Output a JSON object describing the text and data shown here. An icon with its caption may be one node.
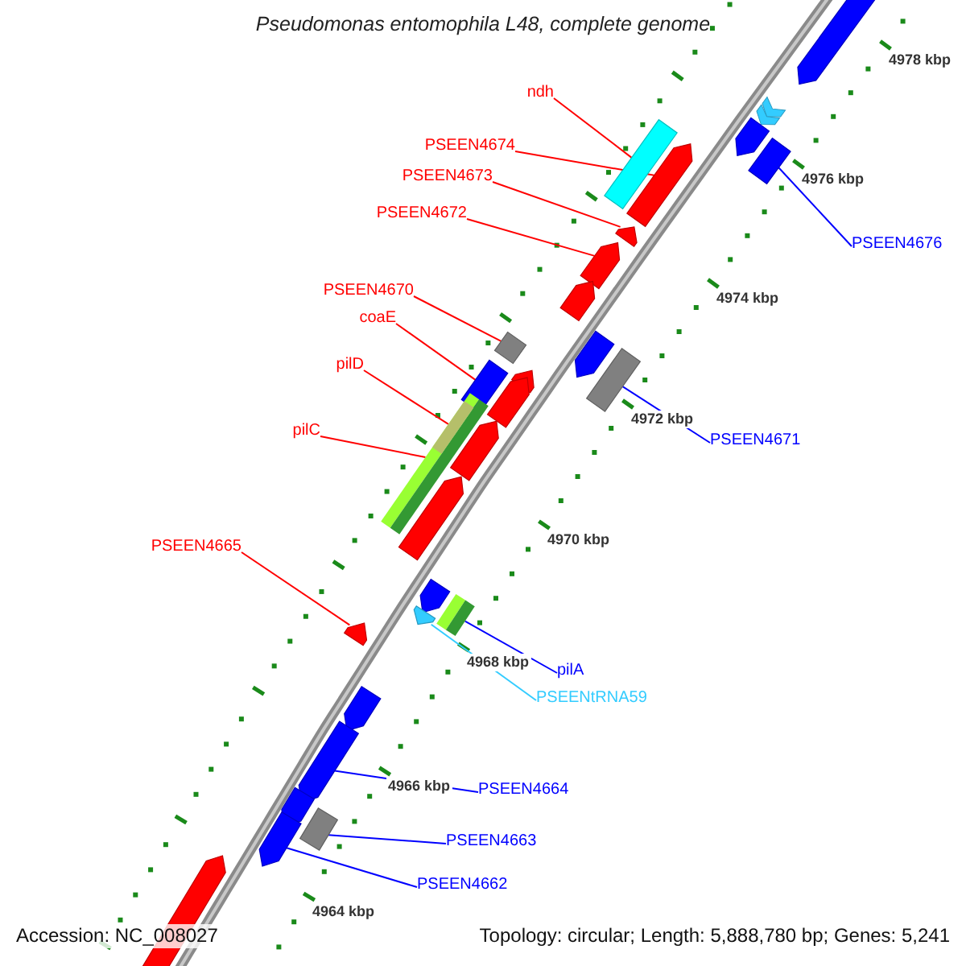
{
  "diagram": {
    "title": "Pseudomonas entomophila L48, complete genome",
    "nodes": [
      {
        "text": [
          "ndh"
        ]
      },
      {
        "text": [
          "PSEEN4674"
        ]
      },
      {
        "text": [
          "PSEEN4673"
        ]
      },
      {
        "text": [
          "PSEEN4672"
        ]
      },
      {
        "text": [
          "PSEEN4676"
        ]
      },
      {
        "text": [
          "PSEEN4670"
        ]
      },
      {
        "text": [
          "coaE"
        ]
      },
      {
        "text": [
          "pilD"
        ]
      },
      {
        "text": [
          "pilC"
        ]
      },
      {
        "text": [
          "PSEEN4671"
        ]
      },
      {
        "text": [
          "PSEEN4665"
        ]
      },
      {
        "text": [
          "pilA"
        ]
      },
      {
        "text": [
          "PSEENtRNA59"
        ]
      },
      {
        "text": [
          "PSEEN4664"
        ]
      },
      {
        "text": [
          "PSEEN4663"
        ]
      },
      {
        "text": [
          "PSEEN4662"
        ]
      },
      {
        "text": [],
        "shape": "arrow"
      },
      {
        "text": [],
        "shape": "arrow"
      },
      {
        "text": [],
        "shape": "arrow"
      },
      {
        "text": [],
        "shape": "box"
      },
      {
        "text": [],
        "shape": "box"
      },
      {
        "text": [],
        "shape": "arrow"
      },
      {
        "text": [],
        "shape": "arrow"
      },
      {
        "text": [],
        "shape": "arrow"
      },
      {
        "text": [],
        "shape": "arrow"
      },
      {
        "text": [],
        "shape": "box"
      },
      {
        "text": [],
        "shape": "arrow"
      },
      {
        "text": [],
        "shape": "arrow"
      },
      {
        "text": [],
        "shape": "box"
      },
      {
        "text": [],
        "shape": "box"
      },
      {
        "text": [],
        "shape": "arrow"
      },
      {
        "text": [],
        "shape": "box"
      },
      {
        "text": [],
        "shape": "arrow"
      },
      {
        "text": [],
        "shape": "box",
        "in": 31
      },
      {
        "text": [],
        "shape": "arrow"
      },
      {
        "text": [],
        "shape": "arrow"
      },
      {
        "text": [],
        "shape": "box"
      },
      {
        "text": [],
        "shape": "arrow"
      },
      {
        "text": [],
        "shape": "arrow"
      },
      {
        "text": [],
        "shape": "arrow"
      },
      {
        "text": [],
        "shape": "arrow"
      },
      {
        "text": [],
        "shape": "arrow"
      },
      {
        "text": [],
        "shape": "box"
      },
      {
        "text": [],
        "shape": "arrow"
      },
      {
        "text": [],
        "shape": "arrow"
      }
    ],
    "edges": [
      {
        "from": 0,
        "to": 20,
        "arrow": "none"
      },
      {
        "from": 1,
        "to": 21,
        "arrow": "none"
      },
      {
        "from": 2,
        "to": 22,
        "arrow": "none"
      },
      {
        "from": 3,
        "to": 23,
        "arrow": "none"
      },
      {
        "from": 4,
        "to": 19,
        "arrow": "none",
        "color": "#0000ff"
      },
      {
        "from": 5,
        "to": 25,
        "arrow": "none"
      },
      {
        "from": 6,
        "to": 28,
        "arrow": "none"
      },
      {
        "from": 7,
        "to": 33,
        "arrow": "none"
      },
      {
        "from": 8,
        "to": 31,
        "arrow": "none"
      },
      {
        "from": 9,
        "to": 29,
        "arrow": "none",
        "color": "#0000ff"
      },
      {
        "from": 10,
        "to": 38,
        "arrow": "none"
      },
      {
        "from": 11,
        "to": 36,
        "arrow": "none",
        "color": "#0000ff"
      },
      {
        "from": 12,
        "to": 37,
        "arrow": "none",
        "color": "#33ccff"
      },
      {
        "from": 13,
        "to": 40,
        "arrow": "none",
        "color": "#0000ff"
      },
      {
        "from": 14,
        "to": 42,
        "arrow": "none",
        "color": "#0000ff"
      },
      {
        "from": 15,
        "to": 43,
        "arrow": "none",
        "color": "#0000ff"
      }
    ],
    "labels": [
      "4978 kbp",
      "4976 kbp",
      "4974 kbp",
      "4972 kbp",
      "4970 kbp",
      "4968 kbp",
      "4966 kbp",
      "4964 kbp",
      "Accession: NC_008027",
      "Topology: circular; Length: 5,888,780 bp; Genes: 5,241"
    ]
  }
}
